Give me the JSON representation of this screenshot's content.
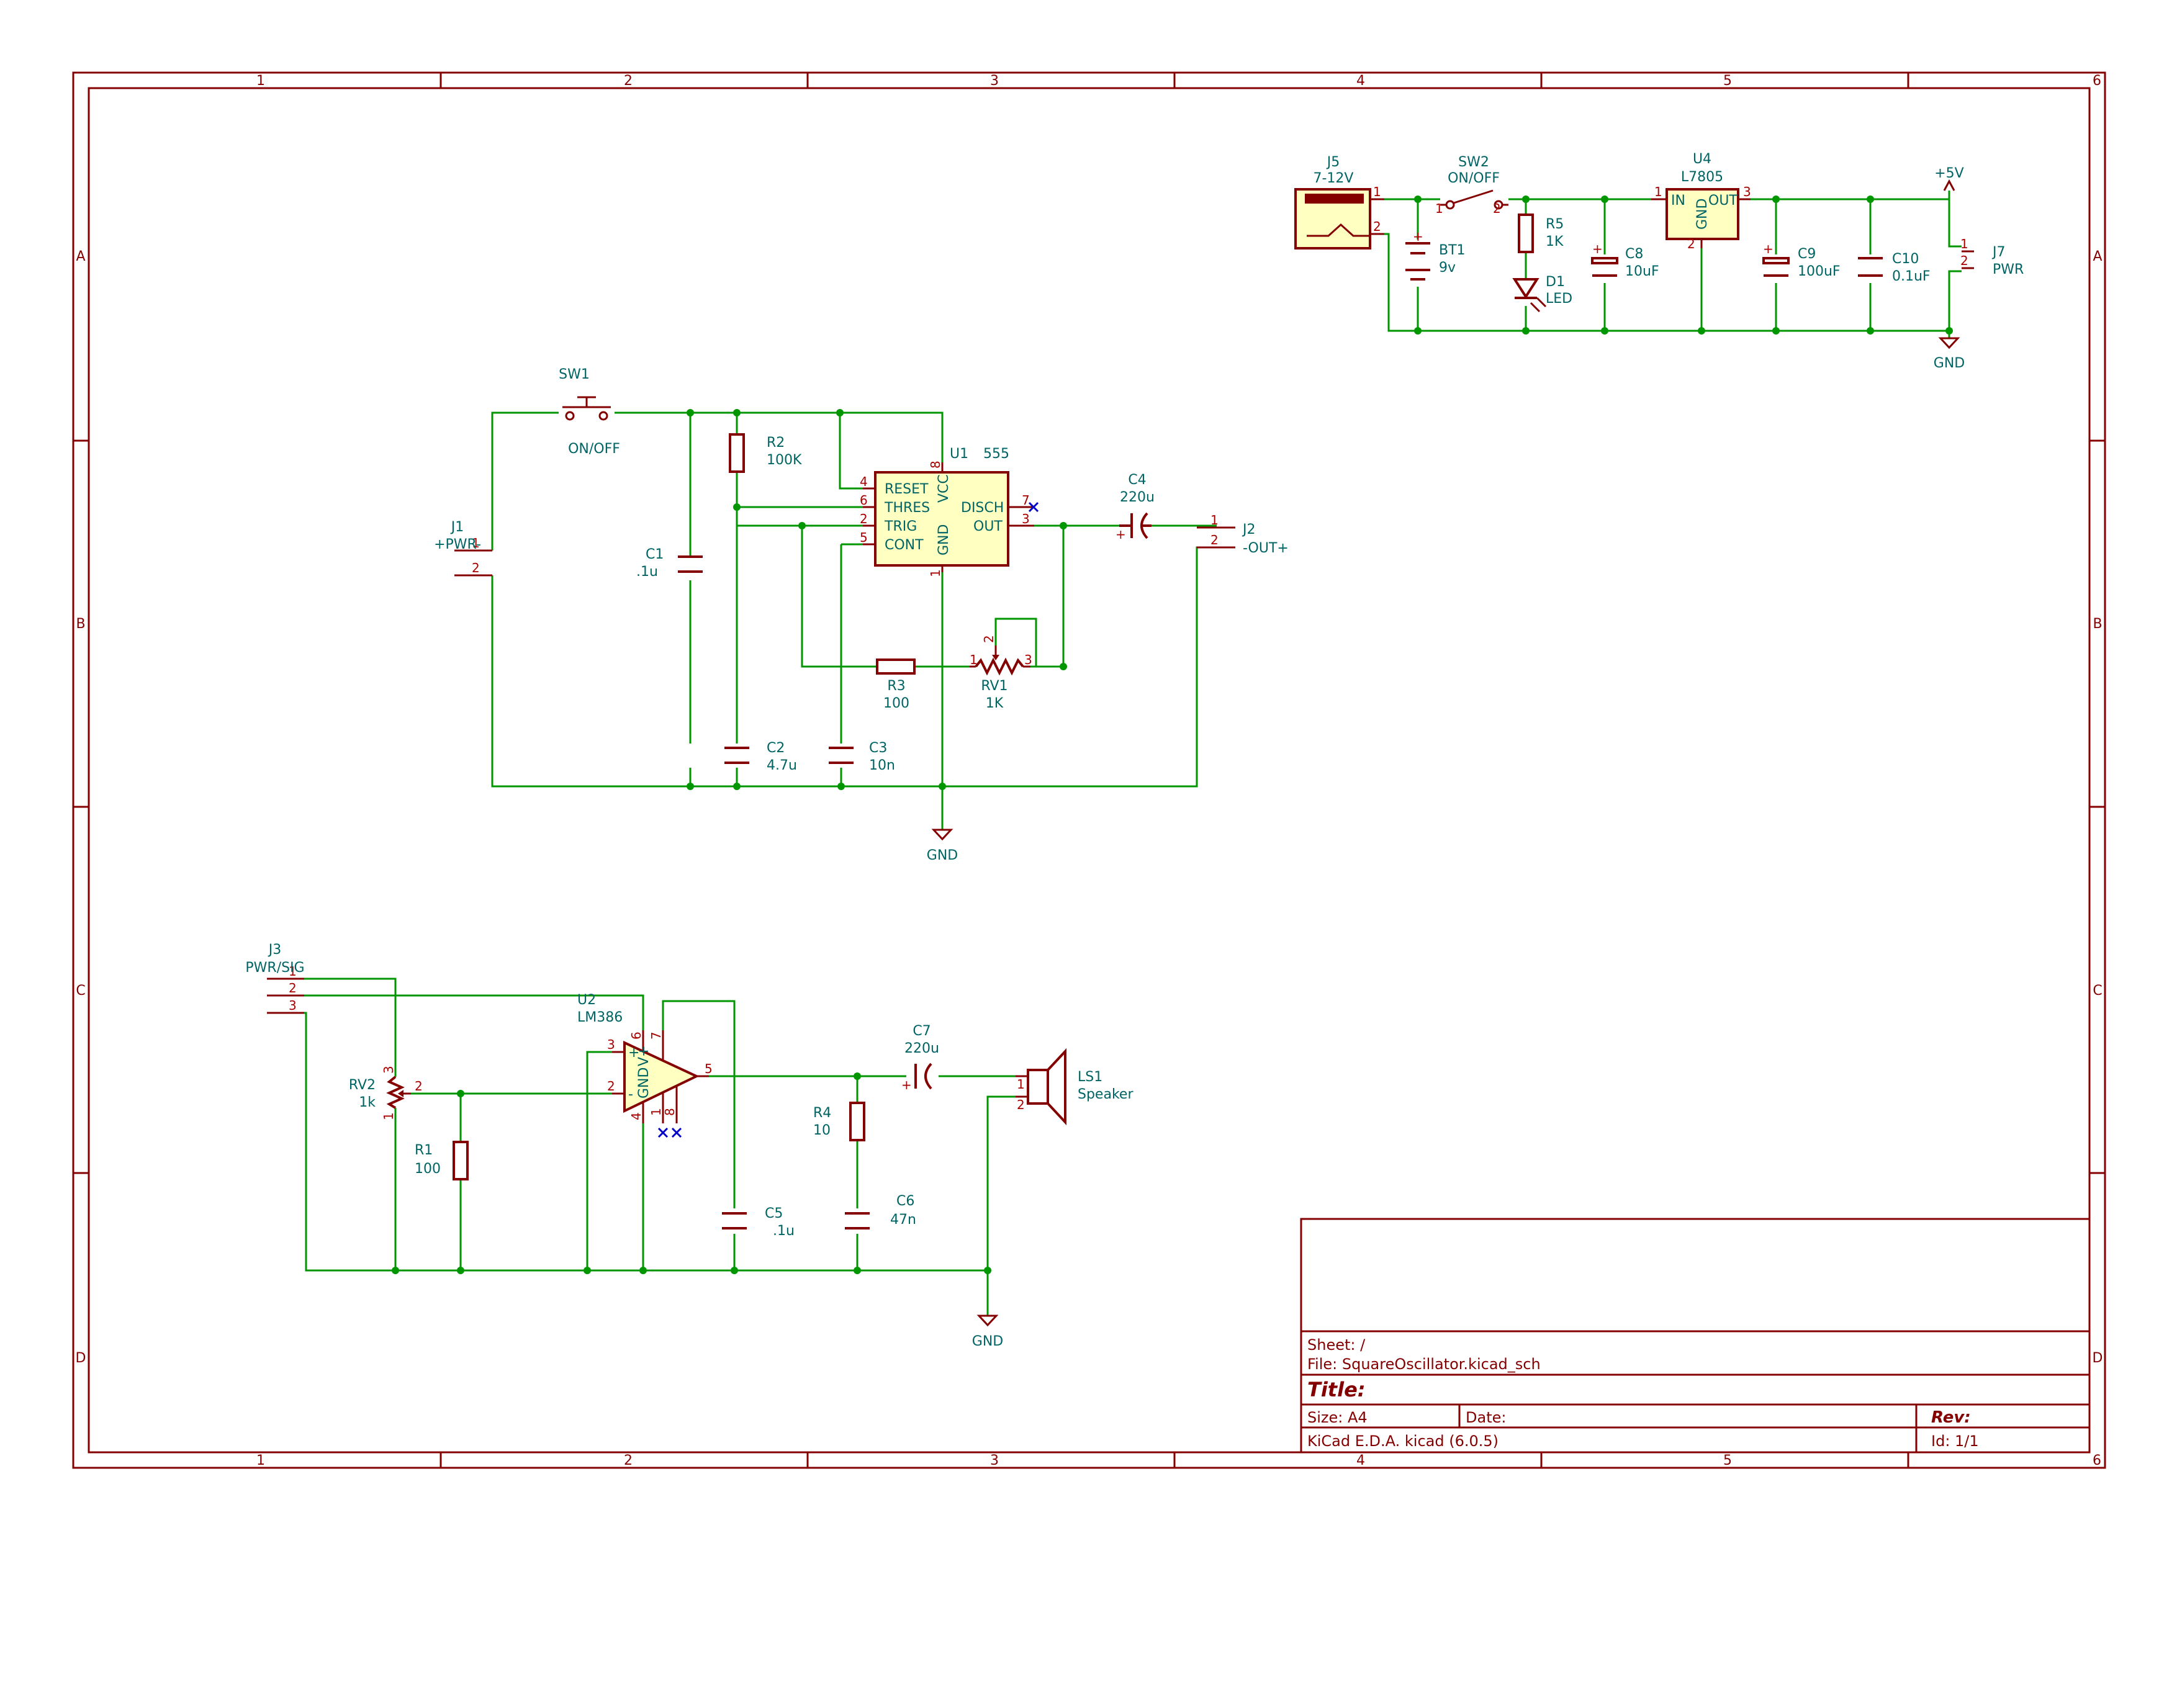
{
  "frame": {
    "columns": [
      "1",
      "2",
      "3",
      "4",
      "5",
      "6"
    ],
    "rows": [
      "A",
      "B",
      "C",
      "D"
    ]
  },
  "title_block": {
    "sheet": "Sheet: /",
    "file": "File: SquareOscillator.kicad_sch",
    "title": "Title:",
    "size": "Size: A4",
    "date": "Date:",
    "rev": "Rev:",
    "tool": "KiCad E.D.A.  kicad (6.0.5)",
    "id": "Id: 1/1"
  },
  "power_supply": {
    "J5": {
      "ref": "J5",
      "value": "7-12V",
      "pins": [
        "1",
        "2"
      ]
    },
    "SW2": {
      "ref": "SW2",
      "value": "ON/OFF",
      "pins": [
        "1",
        "2"
      ]
    },
    "BT1": {
      "ref": "BT1",
      "value": "9v"
    },
    "R5": {
      "ref": "R5",
      "value": "1K"
    },
    "D1": {
      "ref": "D1",
      "value": "LED"
    },
    "C8": {
      "ref": "C8",
      "value": "10uF"
    },
    "U4": {
      "ref": "U4",
      "value": "L7805",
      "pin_in": "IN",
      "pin_out": "OUT",
      "pin_gnd": "GND",
      "pins": [
        "1",
        "3",
        "2"
      ]
    },
    "C9": {
      "ref": "C9",
      "value": "100uF"
    },
    "C10": {
      "ref": "C10",
      "value": "0.1uF"
    },
    "J7": {
      "ref": "J7",
      "value": "PWR",
      "pins": [
        "1",
        "2"
      ]
    },
    "vplus": "+5V",
    "gnd": "GND"
  },
  "oscillator": {
    "SW1": {
      "ref": "SW1",
      "value": "ON/OFF"
    },
    "J1": {
      "ref": "J1",
      "value": "+PWR-",
      "pins": [
        "1",
        "2"
      ]
    },
    "C1": {
      "ref": "C1",
      "value": ".1u"
    },
    "R2": {
      "ref": "R2",
      "value": "100K"
    },
    "U1": {
      "ref": "U1",
      "value": "555",
      "pins_left": [
        "RESET",
        "THRES",
        "TRIG",
        "CONT"
      ],
      "pins_left_num": [
        "4",
        "6",
        "2",
        "5"
      ],
      "pin_vcc": "VCC",
      "pin_gnd": "GND",
      "pin_disch": "DISCH",
      "pin_out": "OUT",
      "pin_vcc_num": "8",
      "pin_gnd_num": "1",
      "pin_disch_num": "7",
      "pin_out_num": "3"
    },
    "C4": {
      "ref": "C4",
      "value": "220u"
    },
    "J2": {
      "ref": "J2",
      "value": "-OUT+",
      "pins": [
        "1",
        "2"
      ]
    },
    "R3": {
      "ref": "R3",
      "value": "100"
    },
    "RV1": {
      "ref": "RV1",
      "value": "1K",
      "pins": [
        "1",
        "2",
        "3"
      ]
    },
    "C2": {
      "ref": "C2",
      "value": "4.7u"
    },
    "C3": {
      "ref": "C3",
      "value": "10n"
    },
    "gnd": "GND",
    "cap_plus": "+"
  },
  "amplifier": {
    "J3": {
      "ref": "J3",
      "value": "PWR/SIG",
      "pins": [
        "1",
        "2",
        "3"
      ]
    },
    "RV2": {
      "ref": "RV2",
      "value": "1k",
      "pins": [
        "3",
        "2",
        "1"
      ]
    },
    "R1": {
      "ref": "R1",
      "value": "100"
    },
    "U2": {
      "ref": "U2",
      "value": "LM386",
      "pins": [
        "3",
        "2",
        "6",
        "4",
        "7",
        "5",
        "1",
        "8"
      ],
      "label_gnd": "GND",
      "label_vplus": "V+",
      "label_plus": "+",
      "label_minus": "-"
    },
    "C7": {
      "ref": "C7",
      "value": "220u"
    },
    "LS1": {
      "ref": "LS1",
      "value": "Speaker",
      "pins": [
        "1",
        "2"
      ]
    },
    "R4": {
      "ref": "R4",
      "value": "10"
    },
    "C5": {
      "ref": "C5",
      "value": ".1u"
    },
    "C6": {
      "ref": "C6",
      "value": "47n"
    },
    "gnd": "GND",
    "cap_plus": "+"
  }
}
